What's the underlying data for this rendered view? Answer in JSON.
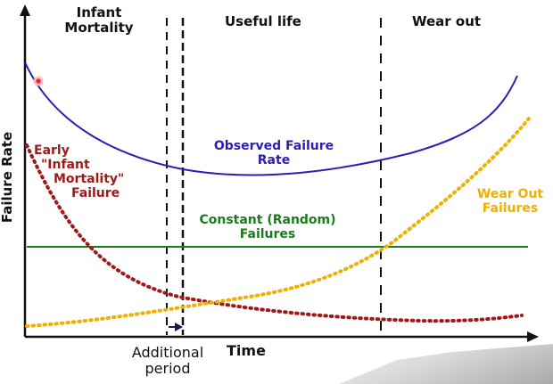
{
  "phases": {
    "infant_line1": "Infant",
    "infant_line2": "Mortality",
    "useful": "Useful life",
    "wearout": "Wear out"
  },
  "curves": {
    "observed_line1": "Observed Failure",
    "observed_line2": "Rate",
    "early_line1": "Early",
    "early_line2": "\"Infant",
    "early_line3": "Mortality\"",
    "early_line4": "Failure",
    "constant_line1": "Constant (Random)",
    "constant_line2": "Failures",
    "wear_line1": "Wear Out",
    "wear_line2": "Failures"
  },
  "axes": {
    "y_label": "Failure Rate",
    "x_label": "Time"
  },
  "additional": {
    "line1": "Additional",
    "line2": "period"
  },
  "colors": {
    "observed": "#2a1fb5",
    "early": "#a01a1a",
    "constant": "#1e7a1e",
    "wearout": "#f0b000",
    "axis": "#111111"
  }
}
